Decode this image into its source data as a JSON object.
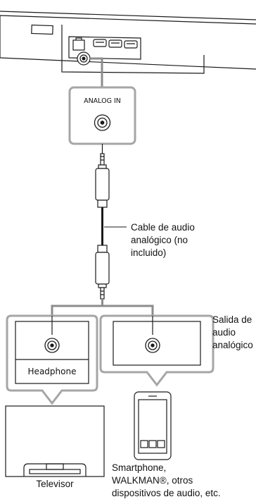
{
  "labels": {
    "analog_in": "ANALOG IN",
    "cable_lines": [
      "Cable de audio",
      "analógico (no",
      "incluido)"
    ],
    "output_lines": [
      "Salida de",
      "audio",
      "analógico"
    ],
    "headphone": "Headphone",
    "tv": "Televisor",
    "device_lines": [
      "Smartphone,",
      "WALKMAN®, otros",
      "dispositivos de audio, etc."
    ]
  },
  "colors": {
    "line": "#1a1a1a",
    "callout_stroke": "#a6a6a6",
    "callout_fill": "#ffffff",
    "background": "#ffffff"
  }
}
